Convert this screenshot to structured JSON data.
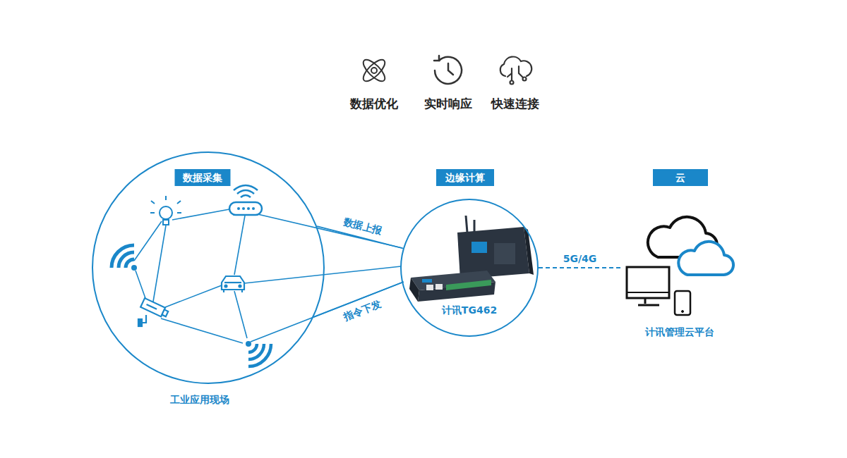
{
  "diagram": {
    "nodes": [
      {
        "text": [
          "数据采集",
          "工业应用现场"
        ]
      },
      {
        "text": [
          "边缘计算",
          "计讯TG462"
        ]
      },
      {
        "text": [
          "云",
          "计讯管理云平台"
        ]
      }
    ],
    "edges": [
      {
        "from": 0,
        "to": 1,
        "label": "数据上报",
        "arrow": "none"
      },
      {
        "from": 1,
        "to": 0,
        "label": "指令下发",
        "arrow": "none"
      },
      {
        "from": 1,
        "to": 2,
        "label": "5G/4G",
        "arrow": "none"
      }
    ],
    "labels": [
      "数据优化",
      "实时响应",
      "快速连接"
    ]
  }
}
